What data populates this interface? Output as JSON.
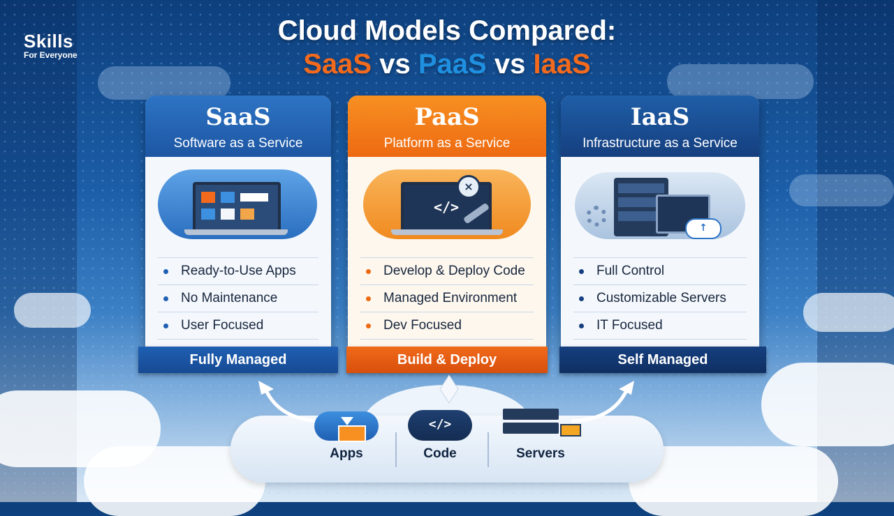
{
  "logo": {
    "main": "Skills",
    "sub": "For Everyone"
  },
  "title": {
    "line1": "Cloud Models Compared:",
    "saas": "SaaS",
    "vs1": "vs",
    "paas": "PaaS",
    "vs2": "vs",
    "iaas": "IaaS"
  },
  "cards": [
    {
      "name": "SaaS",
      "subtitle": "Software as a Service",
      "features": [
        "Ready-to-Use Apps",
        "No Maintenance",
        "User Focused"
      ],
      "banner": "Fully Managed",
      "accent": "#1f5fb2",
      "illustration": "laptop-apps-icon"
    },
    {
      "name": "PaaS",
      "subtitle": "Platform as a Service",
      "features": [
        "Develop & Deploy Code",
        "Managed Environment",
        "Dev Focused"
      ],
      "banner": "Build & Deploy",
      "accent": "#ee6a12",
      "illustration": "laptop-code-icon"
    },
    {
      "name": "IaaS",
      "subtitle": "Infrastructure as a Service",
      "features": [
        "Full Control",
        "Customizable Servers",
        "IT Focused"
      ],
      "banner": "Self Managed",
      "accent": "#153f7f",
      "illustration": "server-stack-icon"
    }
  ],
  "bottom": {
    "apps": "Apps",
    "code": "Code",
    "servers": "Servers",
    "code_glyph": "</>"
  },
  "colors": {
    "saas_blue": "#1f5fb2",
    "paas_orange": "#ee6a12",
    "iaas_navy": "#153f7f",
    "title_orange": "#f36a1d",
    "title_blue": "#1f8fe0"
  }
}
